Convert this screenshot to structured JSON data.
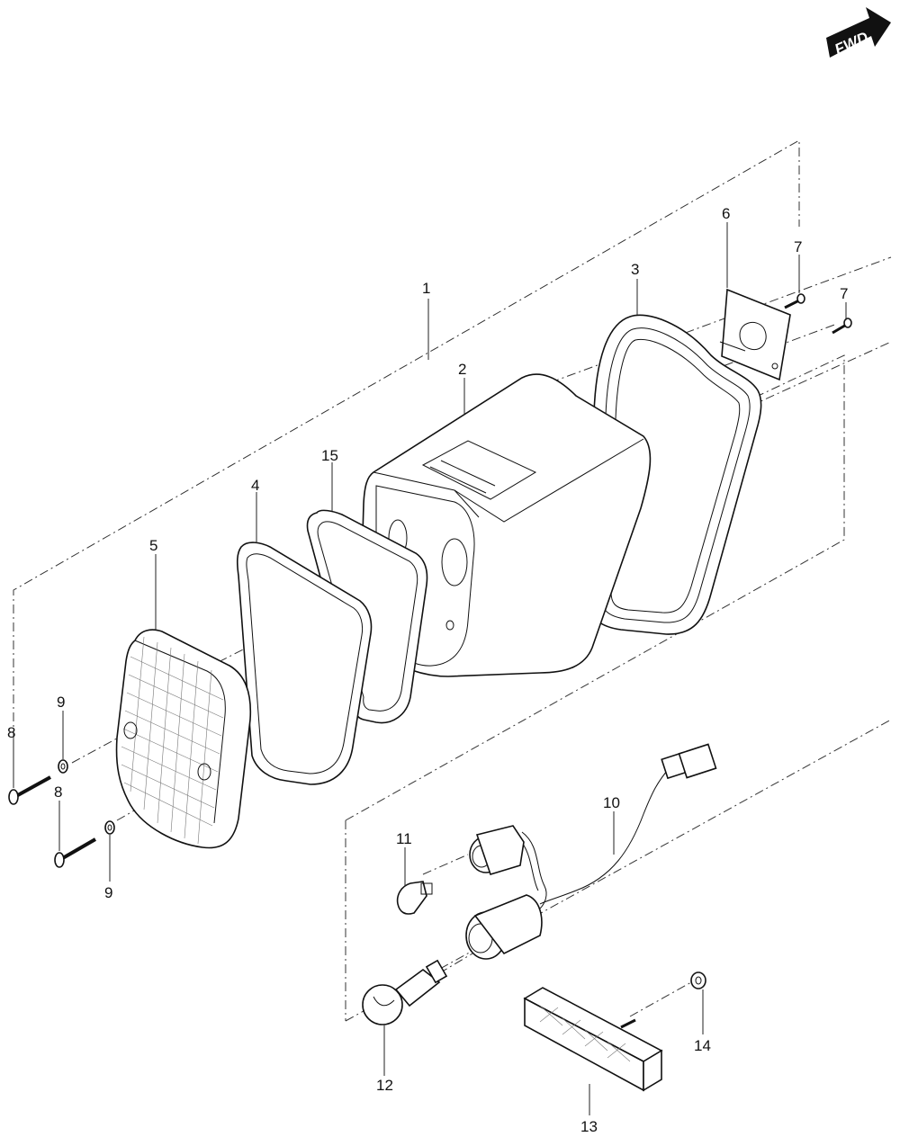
{
  "fwd_arrow": {
    "label": "FWD"
  },
  "callouts": {
    "c1": "1",
    "c2": "2",
    "c3": "3",
    "c4": "4",
    "c5": "5",
    "c6": "6",
    "c7a": "7",
    "c7b": "7",
    "c8a": "8",
    "c8b": "8",
    "c9a": "9",
    "c9b": "9",
    "c10": "10",
    "c11": "11",
    "c12": "12",
    "c13": "13",
    "c14": "14",
    "c15": "15"
  }
}
